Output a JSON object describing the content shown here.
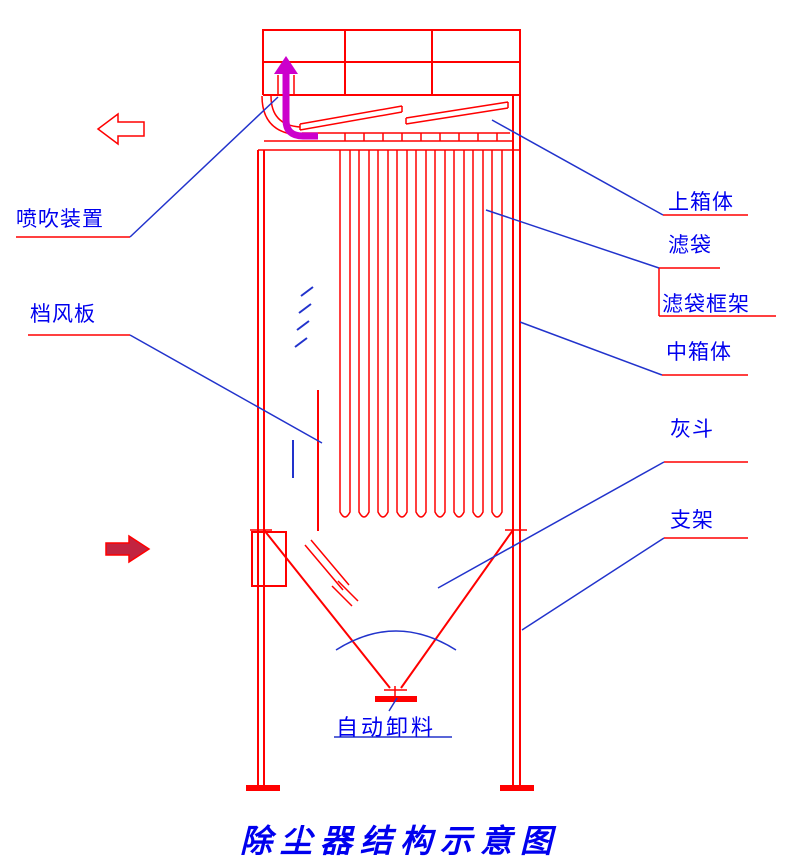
{
  "title": "除尘器结构示意图",
  "labels": {
    "pulse_jet_device": "喷吹装置",
    "wind_baffle": "档风板",
    "upper_box": "上箱体",
    "filter_bag": "滤袋",
    "filter_bag_cage": "滤袋框架",
    "middle_box": "中箱体",
    "ash_hopper": "灰斗",
    "support": "支架",
    "auto_discharge": "自动卸料"
  },
  "colors": {
    "structure": "#ff0000",
    "leader": "#2233cc",
    "label_text": "#0000ee",
    "pulse": "#cc00cc",
    "background": "#ffffff"
  }
}
